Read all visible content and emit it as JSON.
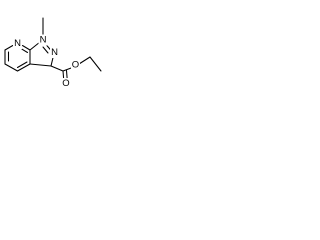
{
  "molecule": {
    "atoms": {
      "n_pyridine": "N",
      "n1": "N",
      "n2": "N",
      "carbonyl_o": "O",
      "ester_o": "O"
    }
  }
}
